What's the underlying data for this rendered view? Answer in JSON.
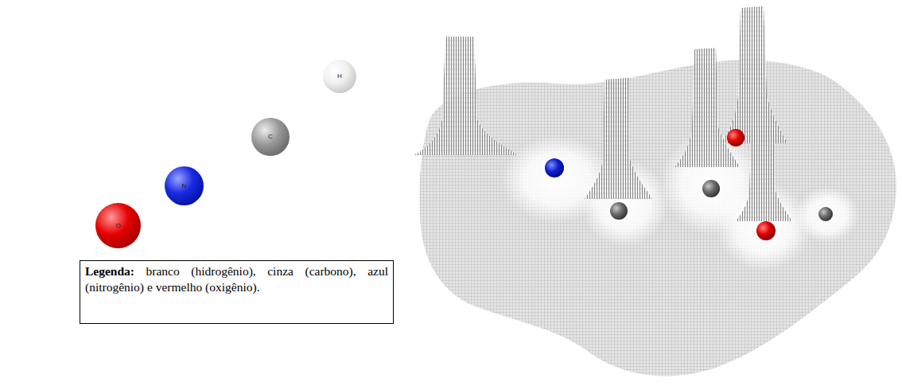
{
  "diagram": {
    "nodes": [
      {
        "text": [
          "O"
        ]
      },
      {
        "text": [
          "N"
        ]
      },
      {
        "text": [
          "C"
        ]
      },
      {
        "text": [
          "H"
        ]
      },
      {
        "text": [
          "Legenda:",
          "branco (hidrogênio), cinza (carbono), azul (nitrogênio) e vermelho (oxigênio)."
        ]
      }
    ]
  }
}
